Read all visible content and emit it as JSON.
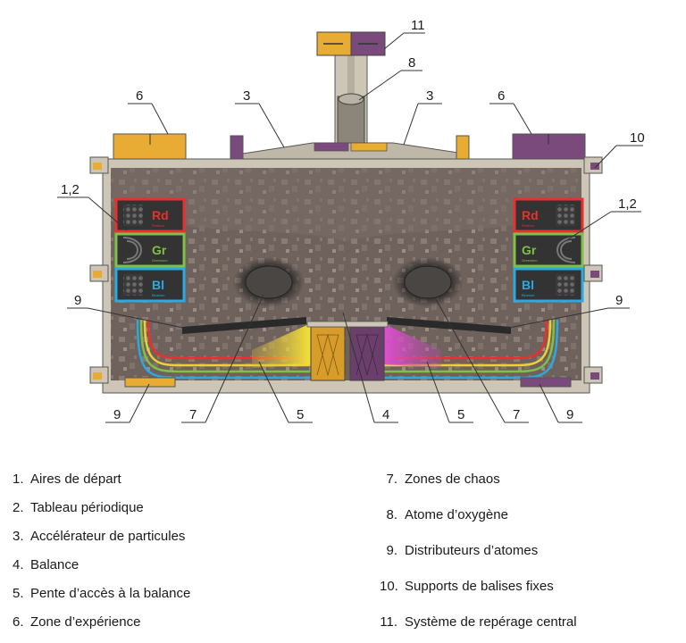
{
  "callouts": [
    "11",
    "8",
    "6",
    "3",
    "3",
    "6",
    "10",
    "1,2",
    "1,2",
    "9",
    "9",
    "9",
    "7",
    "5",
    "4",
    "5",
    "7",
    "9"
  ],
  "element_tags": {
    "red": {
      "symbol": "Rd",
      "name": "Redium",
      "color": "#e8312e"
    },
    "green": {
      "symbol": "Gr",
      "name": "Greenium",
      "color": "#7ec04a"
    },
    "blue": {
      "symbol": "Bl",
      "name": "Blueium",
      "color": "#2ba9e0"
    }
  },
  "colors": {
    "team_yellow": "#e8ac35",
    "team_purple": "#7b4a7c",
    "floor": "#6e625d",
    "wall": "#cdc6b7",
    "chaos_zone": "#2b2b2b"
  },
  "legend": {
    "left": [
      {
        "num": "1.",
        "label": "Aires de départ"
      },
      {
        "num": "2.",
        "label": "Tableau périodique"
      },
      {
        "num": "3.",
        "label": "Accélérateur de particules"
      },
      {
        "num": "4.",
        "label": "Balance"
      },
      {
        "num": "5.",
        "label": "Pente d’accès à la balance"
      },
      {
        "num": "6.",
        "label": "Zone d’expérience"
      }
    ],
    "right": [
      {
        "num": "7.",
        "label": "Zones de chaos"
      },
      {
        "num": "8.",
        "label": "Atome d’oxygène"
      },
      {
        "num": "9.",
        "label": "Distributeurs d’atomes"
      },
      {
        "num": "10.",
        "label": "Supports de balises fixes"
      },
      {
        "num": "11.",
        "label": "Système de repérage central"
      }
    ]
  }
}
